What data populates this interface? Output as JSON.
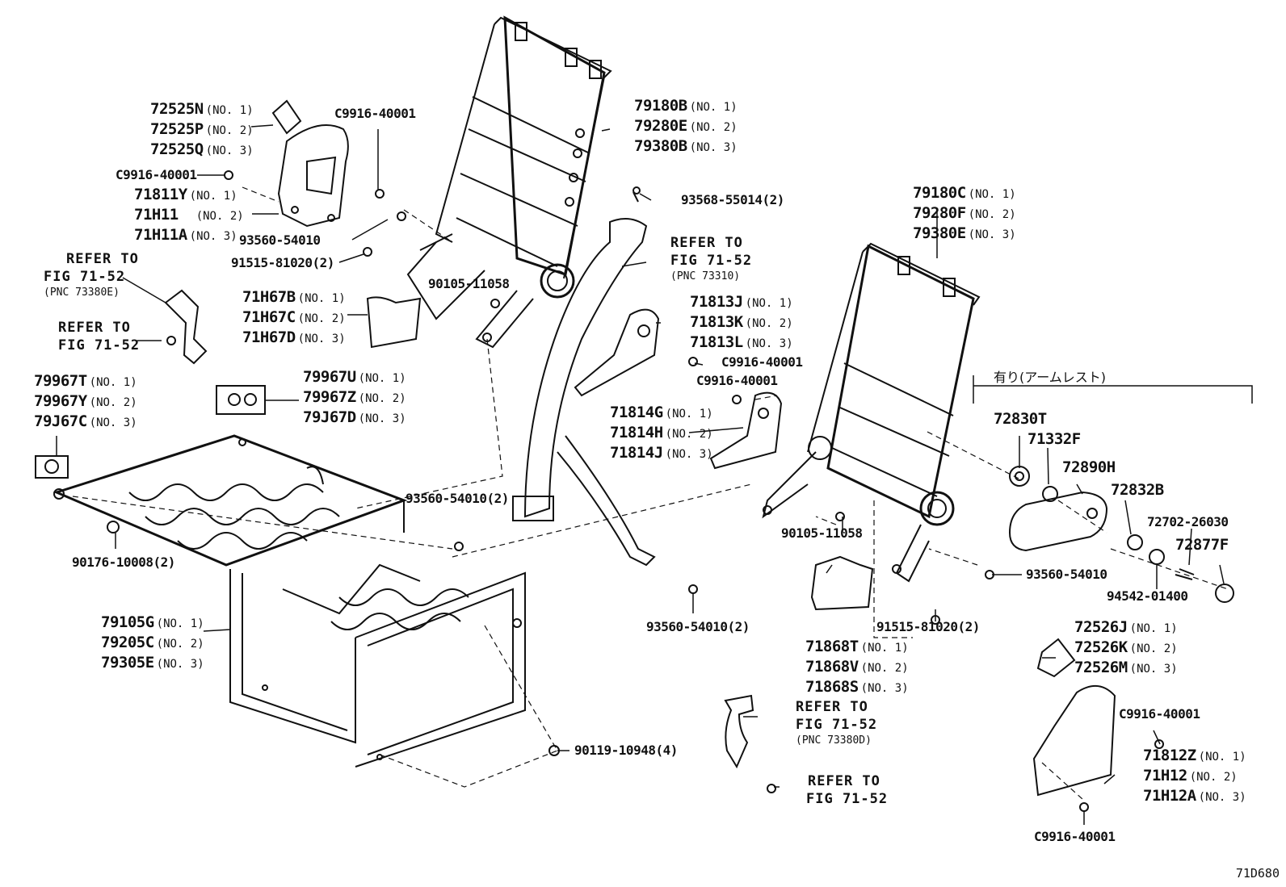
{
  "figure_code": "71D680",
  "jp_note": "有り(アームレスト)",
  "refer": {
    "refer_to": "REFER TO",
    "fig": "FIG 71-52",
    "pnc_73380e": "(PNC 73380E)",
    "pnc_73310": "(PNC 73310)",
    "pnc_73380d": "(PNC 73380D)"
  },
  "groups": {
    "g72525": [
      {
        "pn": "72525N",
        "sub": "(NO. 1)"
      },
      {
        "pn": "72525P",
        "sub": "(NO. 2)"
      },
      {
        "pn": "72525Q",
        "sub": "(NO. 3)"
      }
    ],
    "g71811": [
      {
        "pn": "71811Y",
        "sub": "(NO. 1)"
      },
      {
        "pn": "71H11",
        "sub": "(NO. 2)"
      },
      {
        "pn": "71H11A",
        "sub": "(NO. 3)"
      }
    ],
    "g79180": [
      {
        "pn": "79180B",
        "sub": "(NO. 1)"
      },
      {
        "pn": "79280E",
        "sub": "(NO. 2)"
      },
      {
        "pn": "79380B",
        "sub": "(NO. 3)"
      }
    ],
    "g79180c": [
      {
        "pn": "79180C",
        "sub": "(NO. 1)"
      },
      {
        "pn": "79280F",
        "sub": "(NO. 2)"
      },
      {
        "pn": "79380E",
        "sub": "(NO. 3)"
      }
    ],
    "g71h67": [
      {
        "pn": "71H67B",
        "sub": "(NO. 1)"
      },
      {
        "pn": "71H67C",
        "sub": "(NO. 2)"
      },
      {
        "pn": "71H67D",
        "sub": "(NO. 3)"
      }
    ],
    "g71813": [
      {
        "pn": "71813J",
        "sub": "(NO. 1)"
      },
      {
        "pn": "71813K",
        "sub": "(NO. 2)"
      },
      {
        "pn": "71813L",
        "sub": "(NO. 3)"
      }
    ],
    "g79967t": [
      {
        "pn": "79967T",
        "sub": "(NO. 1)"
      },
      {
        "pn": "79967Y",
        "sub": "(NO. 2)"
      },
      {
        "pn": "79J67C",
        "sub": "(NO. 3)"
      }
    ],
    "g79967u": [
      {
        "pn": "79967U",
        "sub": "(NO. 1)"
      },
      {
        "pn": "79967Z",
        "sub": "(NO. 2)"
      },
      {
        "pn": "79J67D",
        "sub": "(NO. 3)"
      }
    ],
    "g71814": [
      {
        "pn": "71814G",
        "sub": "(NO. 1)"
      },
      {
        "pn": "71814H",
        "sub": "(NO. 2)"
      },
      {
        "pn": "71814J",
        "sub": "(NO. 3)"
      }
    ],
    "g79105": [
      {
        "pn": "79105G",
        "sub": "(NO. 1)"
      },
      {
        "pn": "79205C",
        "sub": "(NO. 2)"
      },
      {
        "pn": "79305E",
        "sub": "(NO. 3)"
      }
    ],
    "g71868": [
      {
        "pn": "71868T",
        "sub": "(NO. 1)"
      },
      {
        "pn": "71868V",
        "sub": "(NO. 2)"
      },
      {
        "pn": "71868S",
        "sub": "(NO. 3)"
      }
    ],
    "g72526": [
      {
        "pn": "72526J",
        "sub": "(NO. 1)"
      },
      {
        "pn": "72526K",
        "sub": "(NO. 2)"
      },
      {
        "pn": "72526M",
        "sub": "(NO. 3)"
      }
    ],
    "g71812": [
      {
        "pn": "71812Z",
        "sub": "(NO. 1)"
      },
      {
        "pn": "71H12",
        "sub": "(NO. 2)"
      },
      {
        "pn": "71H12A",
        "sub": "(NO. 3)"
      }
    ]
  },
  "single": {
    "c9916_a": "C9916-40001",
    "c9916_b": "C9916-40001",
    "c9916_c": "C9916-40001",
    "c9916_d": "C9916-40001",
    "c9916_e": "C9916-40001",
    "c9916_f": "C9916-40001",
    "p93560_a": "93560-54010",
    "p91515_a": "91515-81020(2)",
    "p93568": "93568-55014(2)",
    "p90105_a": "90105-11058",
    "p90105_b": "90105-11058",
    "p93560_b": "93560-54010(2)",
    "p93560_c": "93560-54010(2)",
    "p93560_d": "93560-54010",
    "p90176": "90176-10008(2)",
    "p90119": "90119-10948(4)",
    "p91515_b": "91515-81020(2)",
    "p72830t": "72830T",
    "p71332f": "71332F",
    "p72890h": "72890H",
    "p72832b": "72832B",
    "p72702": "72702-26030",
    "p72877f": "72877F",
    "p94542": "94542-01400"
  }
}
